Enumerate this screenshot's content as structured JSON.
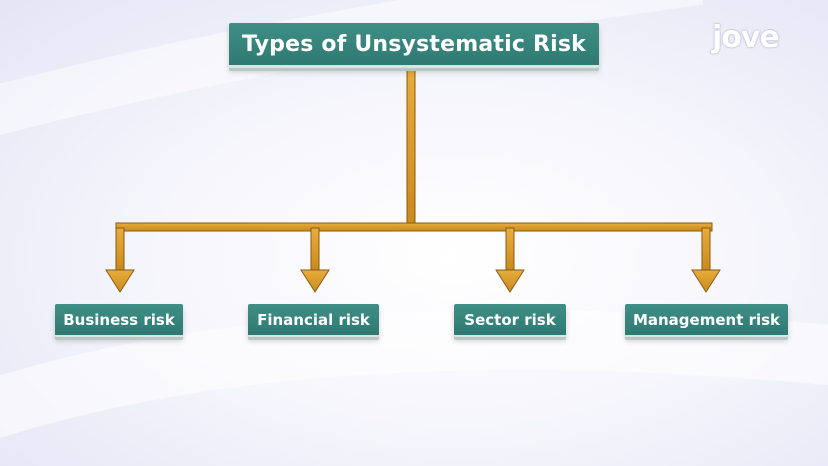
{
  "title": "Types of Unsystematic Risk",
  "children": [
    "Business risk",
    "Financial risk",
    "Sector risk",
    "Management risk"
  ],
  "logo": "jove",
  "colors": {
    "box_fill": "#357f77",
    "box_text": "#ffffff",
    "connector": "#d99a2b",
    "connector_outline": "#8a5a10",
    "background": "#f3f3fb"
  }
}
